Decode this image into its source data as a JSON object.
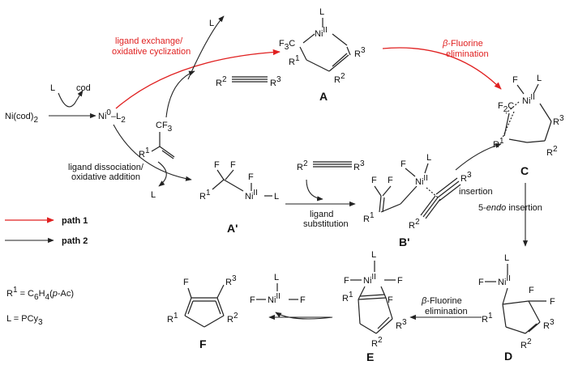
{
  "colors": {
    "path1": "#e02020",
    "path2": "#222222"
  },
  "labels": {
    "start": "Ni(cod)",
    "start_sub": "2",
    "L": "L",
    "cod": "cod",
    "ni0": "Ni",
    "ni0_sup": "0",
    "ni0_dash": "–L",
    "ni0_sub": "2",
    "cf3": "CF",
    "cf3_sub": "3",
    "r1": "R",
    "r1_sup": "1",
    "r2": "R",
    "r2_sup": "2",
    "r3": "R",
    "r3_sup": "3",
    "ni2": "Ni",
    "ni2_sup": "II",
    "F": "F",
    "A": "A",
    "Aprime": "A'",
    "Bprime": "B'",
    "C": "C",
    "D": "D",
    "E": "E",
    "Fcmp": "F"
  },
  "steps": {
    "lig_ex_1": "ligand exchange/",
    "lig_ex_2": "oxidative cyclization",
    "bfl_1_beta": "β",
    "bfl_1_rest": "-Fluorine",
    "bfl_1_2": "elimination",
    "lig_dis_1": "ligand dissociation/",
    "lig_dis_2": "oxidative addition",
    "lig_sub_1": "ligand",
    "lig_sub_2": "substitution",
    "insertion": "insertion",
    "endo_a": "5-",
    "endo_b": "endo",
    "endo_c": " insertion",
    "bfl_2_beta": "β",
    "bfl_2_rest": "-Fluorine",
    "bfl_2_2": "elimination"
  },
  "legend": {
    "path1": "path 1",
    "path2": "path 2"
  },
  "defs": {
    "r1_a": "R",
    "r1_sup": "1",
    "r1_b": " = C",
    "r1_sub1": "6",
    "r1_c": "H",
    "r1_sub2": "4",
    "r1_d": "(",
    "r1_it": "p",
    "r1_e": "-Ac)",
    "l_def": "L = PCy",
    "l_sub": "3"
  }
}
